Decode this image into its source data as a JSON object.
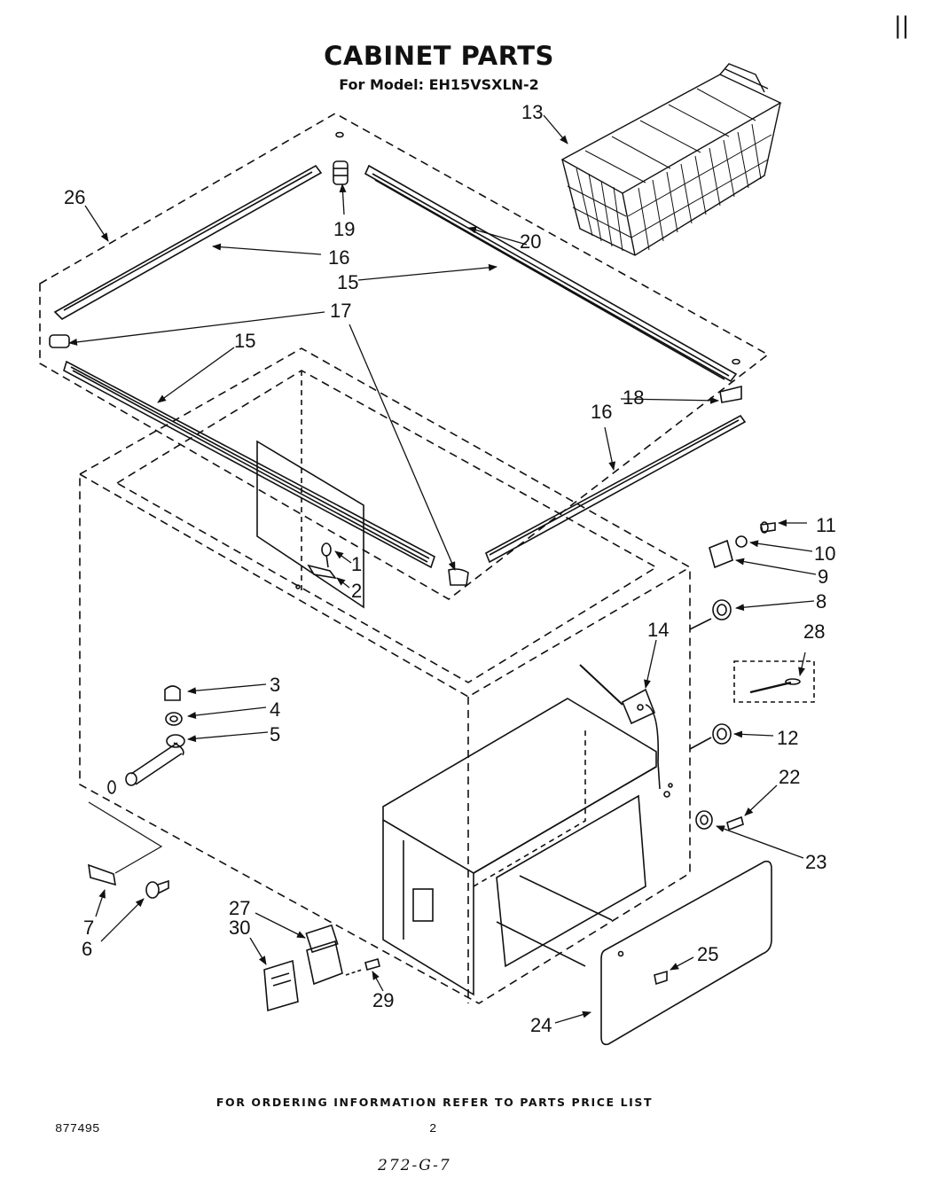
{
  "header": {
    "title": "CABINET PARTS",
    "model_line": "For Model: EH15VSXLN-2",
    "corner_mark": "||"
  },
  "footer": {
    "ordering_info": "FOR ORDERING INFORMATION REFER TO PARTS PRICE LIST",
    "document_number": "877495",
    "page_number": "2",
    "handwritten_note": "272-G-7"
  },
  "callouts": {
    "c1": "1",
    "c2": "2",
    "c3": "3",
    "c4": "4",
    "c5": "5",
    "c6": "6",
    "c7": "7",
    "c8": "8",
    "c9": "9",
    "c10": "10",
    "c11": "11",
    "c12": "12",
    "c13": "13",
    "c14": "14",
    "c15a": "15",
    "c15b": "15",
    "c16a": "16",
    "c16b": "16",
    "c17": "17",
    "c18": "18",
    "c19": "19",
    "c20": "20",
    "c22": "22",
    "c23": "23",
    "c24": "24",
    "c25": "25",
    "c26": "26",
    "c27": "27",
    "c28": "28",
    "c29": "29",
    "c30": "30"
  },
  "colors": {
    "ink": "#111111",
    "paper": "#ffffff"
  }
}
